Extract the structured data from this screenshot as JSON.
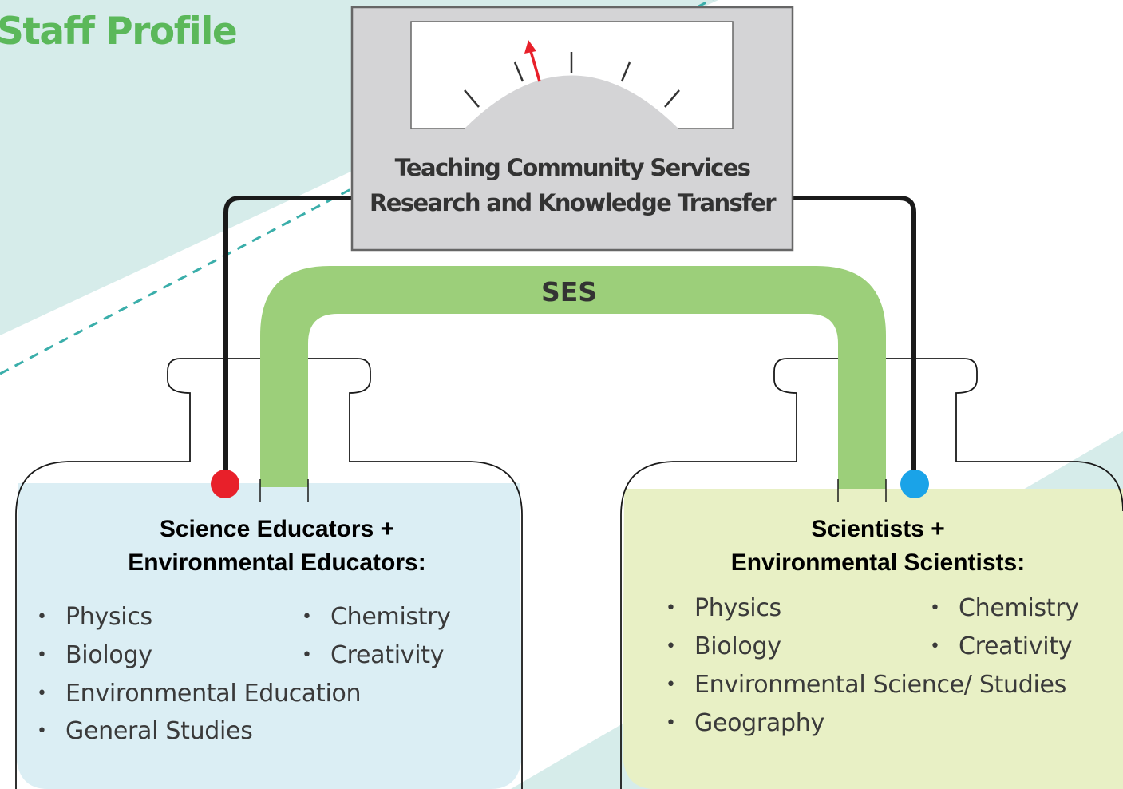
{
  "header": {
    "title": "Staff Profile"
  },
  "meter": {
    "caption_line1": "Teaching Community Services",
    "caption_line2": "Research and Knowledge Transfer"
  },
  "bridge": {
    "label": "SES"
  },
  "left_flask": {
    "title_line1": "Science Educators +",
    "title_line2": "Environmental Educators:",
    "items": [
      "Physics",
      "Chemistry",
      "Biology",
      "Creativity",
      "Environmental Education",
      "General Studies"
    ],
    "dot_color": "#e8202a",
    "fill_color": "#dbeef4"
  },
  "right_flask": {
    "title_line1": "Scientists +",
    "title_line2": "Environmental Scientists:",
    "items": [
      "Physics",
      "Chemistry",
      "Biology",
      "Creativity",
      "Environmental Science/ Studies",
      "Geography"
    ],
    "dot_color": "#1aa3e8",
    "fill_color": "#e8f0c5"
  },
  "colors": {
    "title_green": "#5bb85a",
    "bridge_green": "#9ccf7a",
    "meter_box": "#d4d4d6",
    "needle_red": "#e8202a",
    "dashed_line": "#3aaeaa"
  }
}
